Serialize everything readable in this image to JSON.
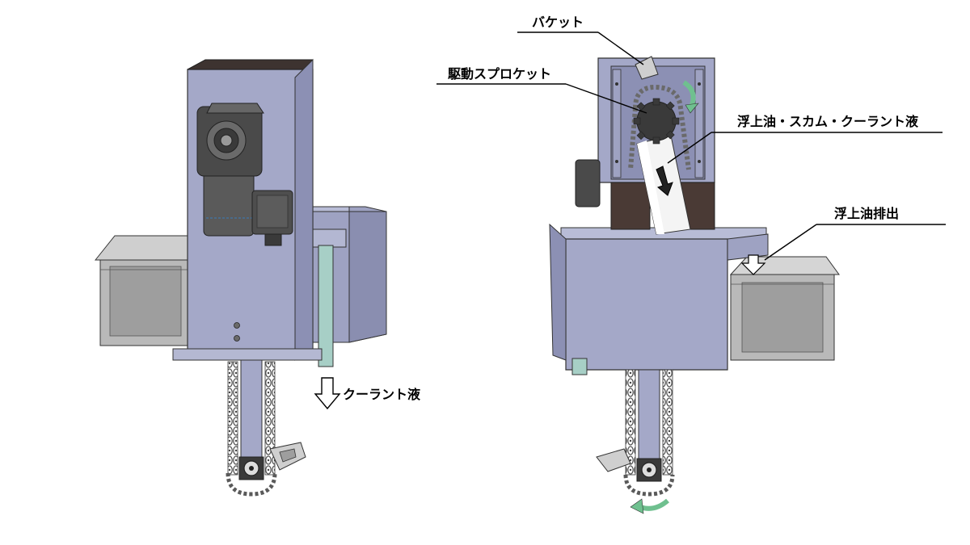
{
  "labels": {
    "coolant_left": "クーラント液",
    "bucket": "バケット",
    "drive_sprocket": "駆動スプロケット",
    "floating_mix": "浮上油・スカム・クーラント液",
    "oil_discharge": "浮上油排出"
  },
  "colors": {
    "body": "#a4a8c8",
    "body_side": "#8c90b4",
    "body_top": "#3d3330",
    "motor": "#5a5a5a",
    "motor_dark": "#3a3a3a",
    "tray": "#b9b9b9",
    "tray_inner": "#d9d9d9",
    "pipe": "#9fc7be",
    "belt": "#f2f2f2",
    "brown_panel": "#4a3a35",
    "arrow_green": "#6fc08f",
    "chain": "#8a8a8a"
  },
  "icons": [
    "down-arrow-icon",
    "rotation-arrow-icon",
    "chain-icon",
    "sprocket-icon"
  ]
}
